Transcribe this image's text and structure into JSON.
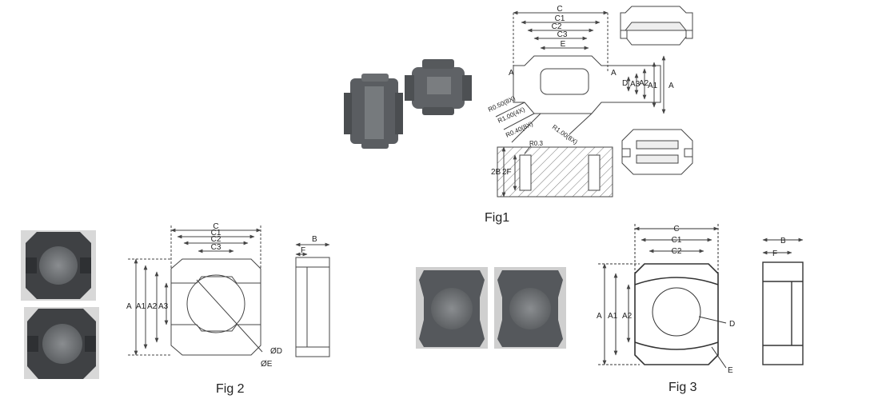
{
  "captions": {
    "fig1": "Fig1",
    "fig2": "Fig 2",
    "fig3": "Fig 3"
  },
  "fig1": {
    "dims_top": [
      "C",
      "C1",
      "C2",
      "C3",
      "E"
    ],
    "dims_right": [
      "A",
      "A1",
      "A2",
      "A3",
      "D"
    ],
    "section_marks": [
      "A",
      "A"
    ],
    "radii": [
      "R0.50(8X)",
      "R1.00(4X)",
      "R0.40(8X)",
      "R1.00(8X)"
    ],
    "section": {
      "r": "R0.3",
      "b": "2B",
      "f": "2F"
    }
  },
  "fig2": {
    "dims_top": [
      "C",
      "C1",
      "C2",
      "C3"
    ],
    "dims_left": [
      "A",
      "A1",
      "A2",
      "A3"
    ],
    "dia_d": "ØD",
    "dia_e": "ØE",
    "side": [
      "B",
      "F"
    ]
  },
  "fig3": {
    "dims_top": [
      "C",
      "C1",
      "C2"
    ],
    "dims_left": [
      "A",
      "A1",
      "A2"
    ],
    "d": "D",
    "e": "E",
    "side": [
      "B",
      "F"
    ]
  },
  "colors": {
    "core": "#55585c",
    "core_dark": "#3c3e41",
    "line": "#444444",
    "hatch": "#666666"
  }
}
